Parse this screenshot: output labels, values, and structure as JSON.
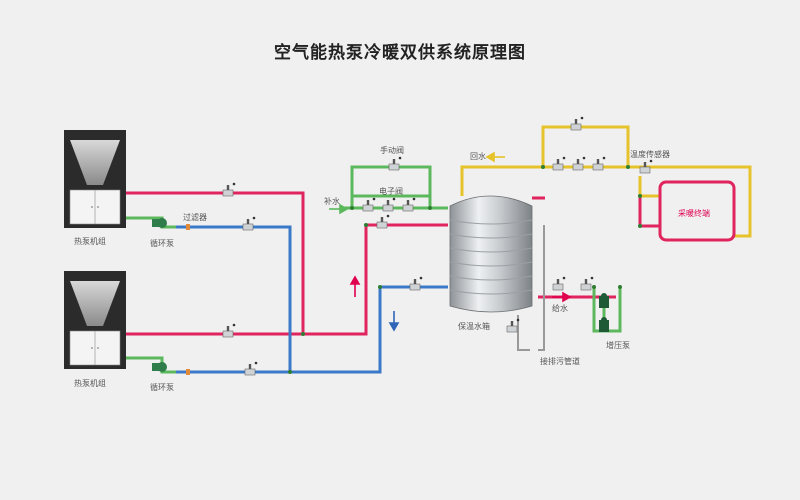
{
  "title": "空气能热泵冷暖双供系统原理图",
  "labels": {
    "heat_pump_unit": "热泵机组",
    "circulation_pump": "循环泵",
    "filter": "过滤器",
    "manual_valve": "手动阀",
    "electronic_valve": "电子阀",
    "makeup_water": "补水",
    "return_water": "回水",
    "temperature_sensor": "温度传感器",
    "heating_terminal": "采暖终端",
    "insulated_tank": "保温水箱",
    "supply_water": "给水",
    "booster_pump": "增压泵",
    "drain_pipe": "接排污管道"
  },
  "colors": {
    "hot_pipe": "#e0245e",
    "cold_pipe": "#3a78c8",
    "supply_pipe": "#5cb85c",
    "return_pipe": "#e6c32a",
    "drain_pipe": "#999999",
    "arrow_red": "#e0004f",
    "arrow_blue": "#2f66b8",
    "arrow_yellow": "#e6c32a",
    "background": "#f0f0f0"
  },
  "icons": [
    "heat-pump-unit",
    "pump-icon",
    "valve-icon",
    "insulated-water-tank",
    "flow-arrow",
    "filter-icon"
  ]
}
